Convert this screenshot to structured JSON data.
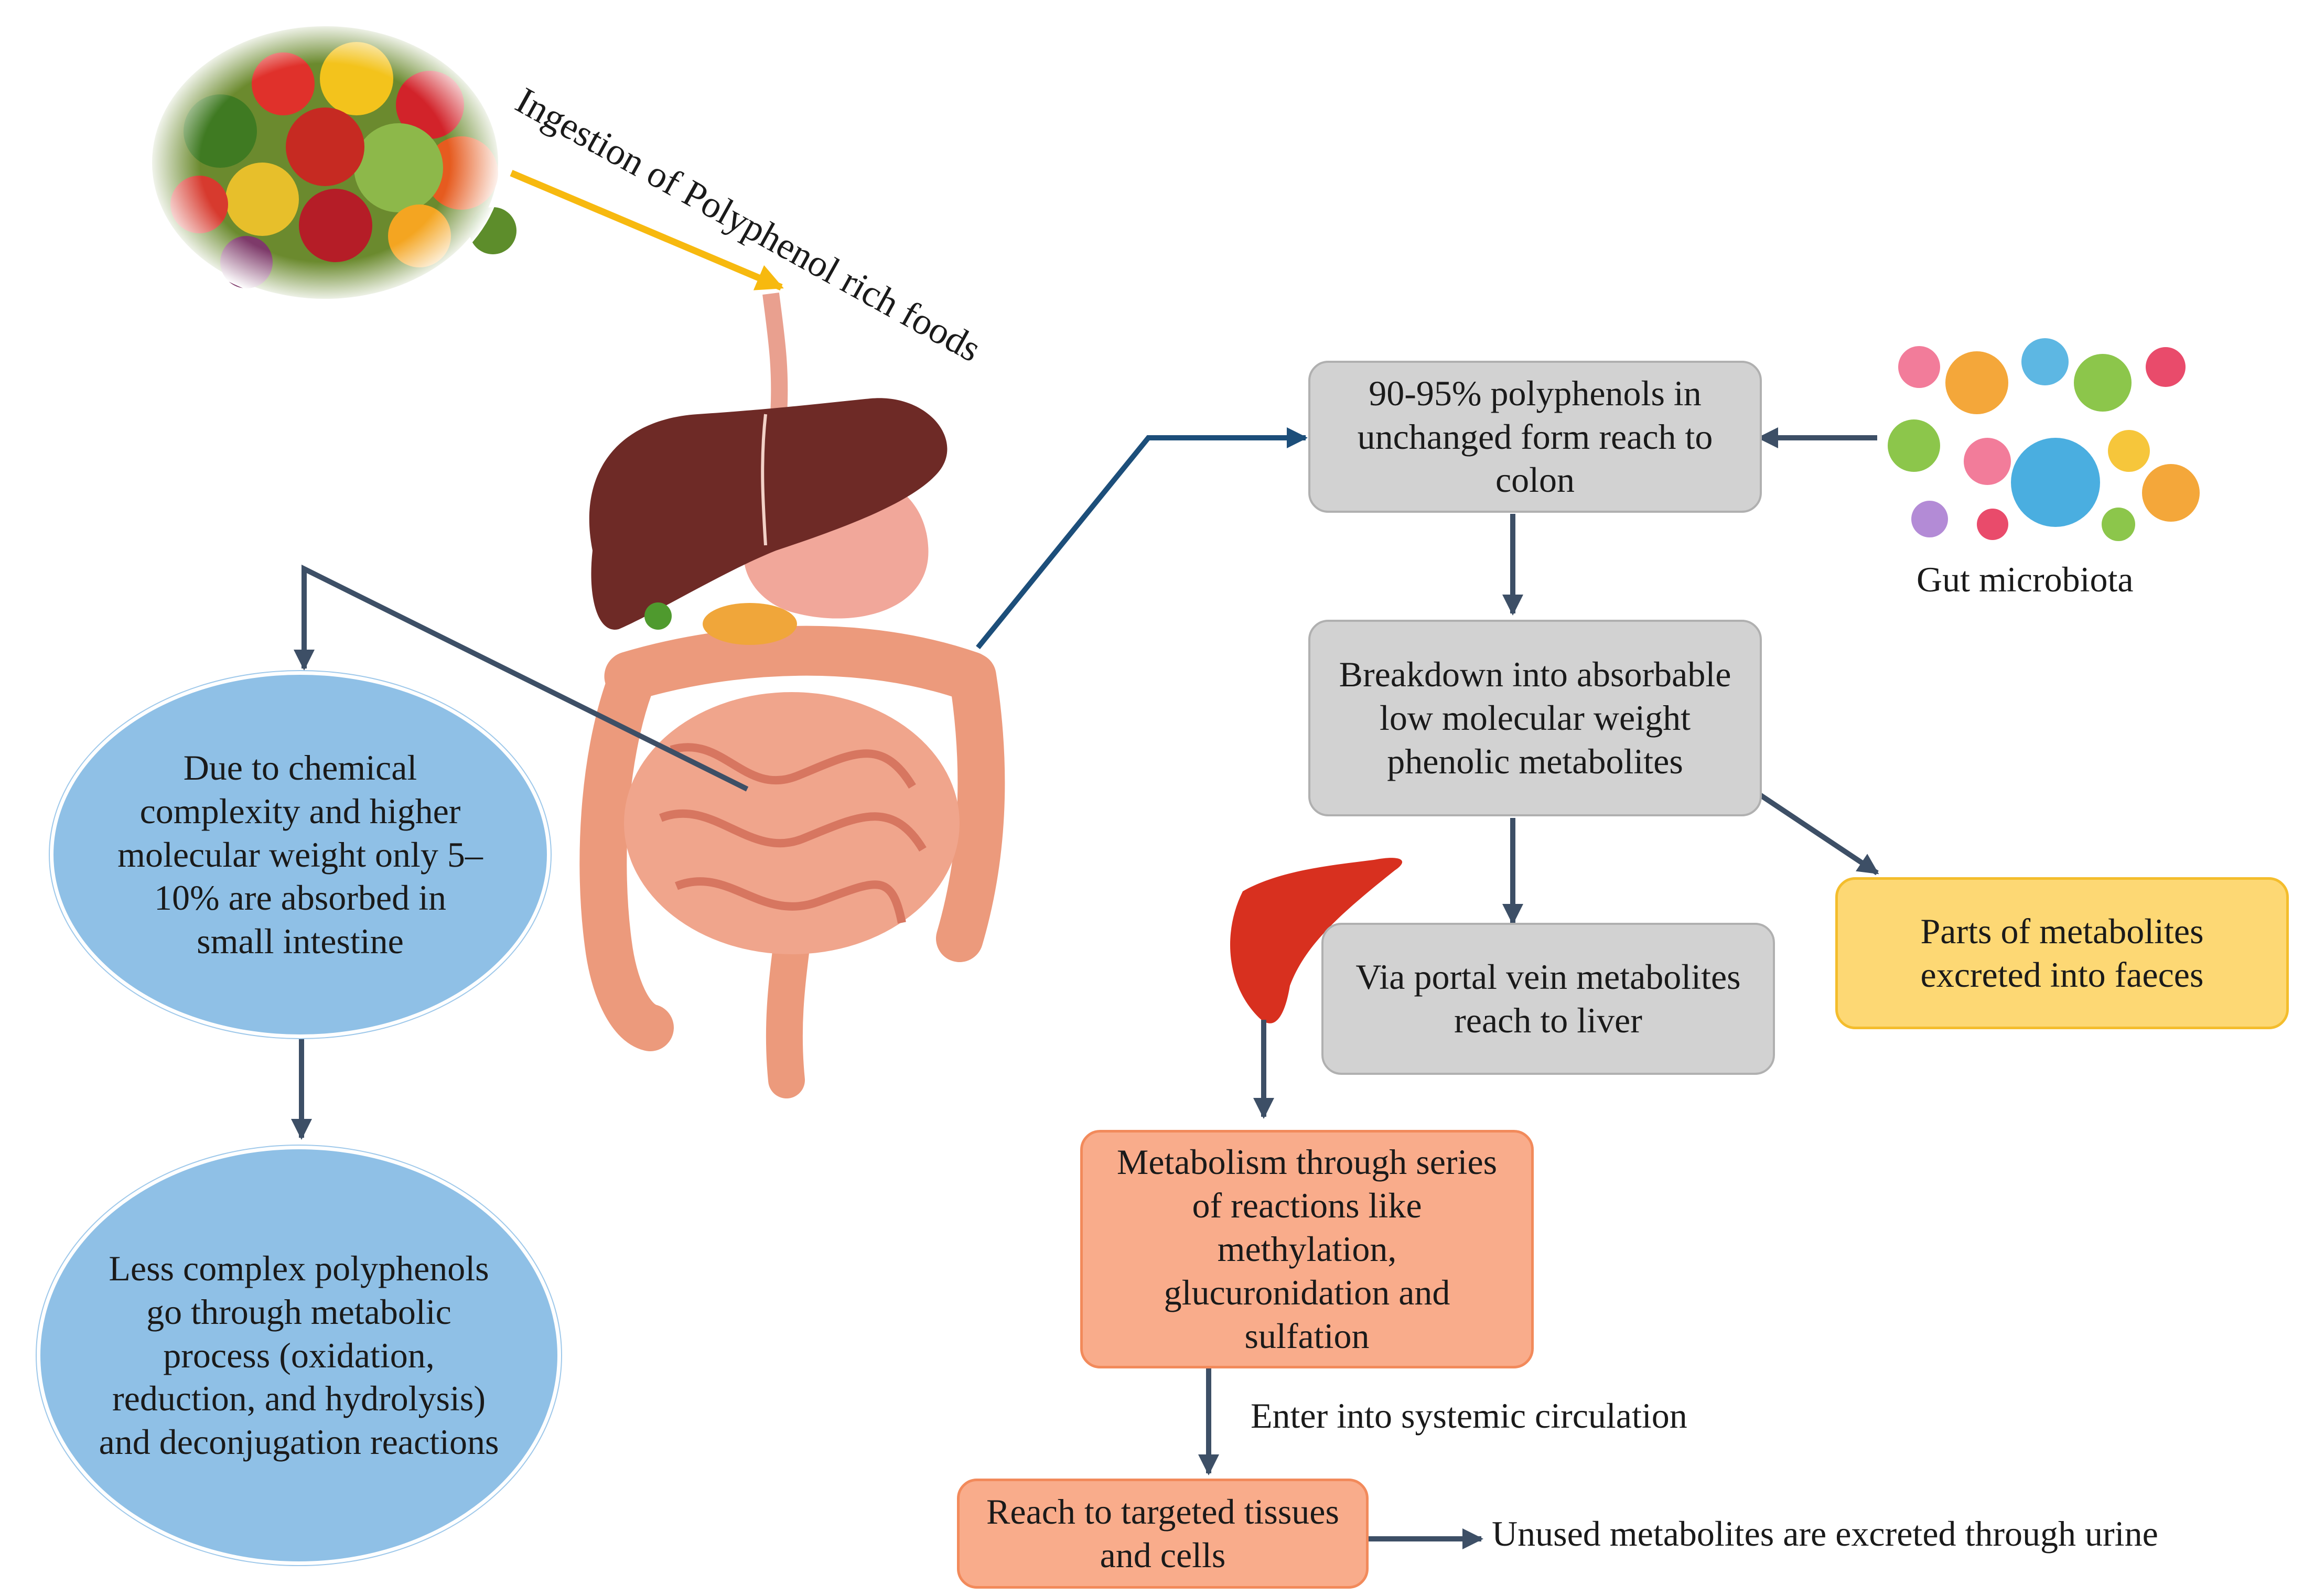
{
  "labels": {
    "ingestion": "Ingestion of Polyphenol rich foods",
    "gut_microbiota": "Gut microbiota",
    "systemic": "Enter into systemic circulation",
    "urine": "Unused metabolites are excreted through urine"
  },
  "nodes": {
    "colon": "90-95% polyphenols in unchanged form reach to colon",
    "breakdown": "Breakdown into absorbable low molecular weight phenolic metabolites",
    "portal": "Via portal vein metabolites reach to liver",
    "faeces": "Parts of metabolites excreted into faeces",
    "metabolism": "Metabolism through series of reactions like methylation, glucuronidation and sulfation",
    "targets": "Reach to targeted tissues and cells",
    "small_intestine": "Due to chemical complexity and higher molecular weight only 5–10% are absorbed in small intestine",
    "less_complex": "Less complex polyphenols go through metabolic process (oxidation, reduction, and hydrolysis) and deconjugation reactions"
  },
  "colors": {
    "arrow": "#3d4f66",
    "arrow_colon": "#1c4e7a",
    "arrow_ingestion": "#f7b90f",
    "grey_box": "#d2d2d2",
    "yellow_box": "#fdd874",
    "salmon_box": "#f9ac8b",
    "blue_ellipse": "#8fc0e6"
  }
}
